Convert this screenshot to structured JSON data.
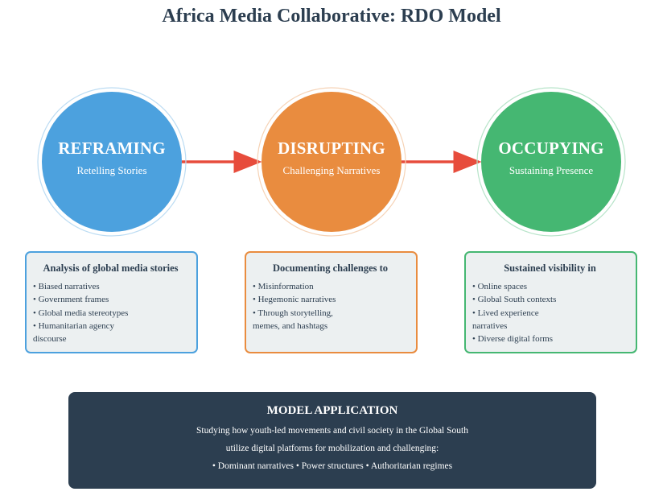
{
  "title": "Africa Media Collaborative: RDO Model",
  "colors": {
    "reframing": "#4ca1de",
    "disrupting": "#e98c3f",
    "occupying": "#45b772",
    "arrow": "#e74c3c",
    "text_dark": "#2c3e50",
    "box_bg": "#ecf0f1",
    "panel_bg": "#2c3e50"
  },
  "stages": [
    {
      "name": "REFRAMING",
      "subtitle": "Retelling Stories",
      "color": "#4ca1de",
      "ring_color": "#bcdcf3",
      "box": {
        "title": "Analysis of global media stories",
        "lines": [
          "• Biased narratives",
          "• Government frames",
          "• Global media stereotypes",
          "• Humanitarian agency",
          "discourse"
        ]
      }
    },
    {
      "name": "DISRUPTING",
      "subtitle": "Challenging Narratives",
      "color": "#e98c3f",
      "ring_color": "#f6d3b6",
      "box": {
        "title": "Documenting challenges to",
        "lines": [
          "• Misinformation",
          "• Hegemonic narratives",
          "• Through storytelling,",
          "memes, and hashtags"
        ]
      }
    },
    {
      "name": "OCCUPYING",
      "subtitle": "Sustaining Presence",
      "color": "#45b772",
      "ring_color": "#b7e4c9",
      "box": {
        "title": "Sustained visibility in",
        "lines": [
          "• Online spaces",
          "• Global South contexts",
          "• Lived experience",
          "narratives",
          "• Diverse digital forms"
        ]
      }
    }
  ],
  "application": {
    "title": "MODEL APPLICATION",
    "lines": [
      "Studying how youth-led movements and civil society in the Global South",
      "utilize digital platforms for mobilization and challenging:",
      "• Dominant narratives • Power structures • Authoritarian regimes"
    ]
  }
}
